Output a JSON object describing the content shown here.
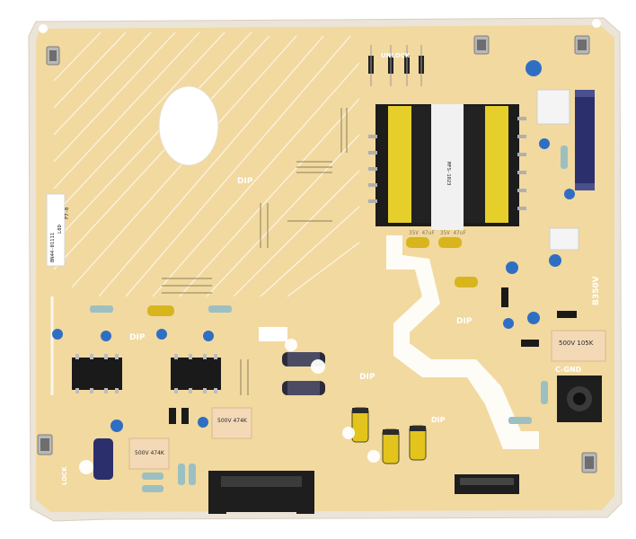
{
  "board": {
    "pcb_color": "#f2d9a0",
    "trace_color": "#ffffff",
    "edge_color": "#e8e0d4",
    "labels": {
      "dip_top": "DIP",
      "dip_middle": "DIP",
      "dip_left": "DIP",
      "dip_right": "DIP",
      "dip_bottom": "DIP",
      "voltage": "B350V",
      "ground": "C-GND",
      "lock": "LOCK",
      "unlock": "UNLOCK"
    },
    "cap_labels": {
      "film_cap_right": "500V 105K",
      "film_cap_mid": "500V 474K",
      "film_cap_left": "500V 474K",
      "small_elec_1": "35V 47uF",
      "small_elec_2": "35V 47uF"
    },
    "sticker_lines": [
      "BN44-01111",
      "L8D",
      "F7-8"
    ]
  }
}
